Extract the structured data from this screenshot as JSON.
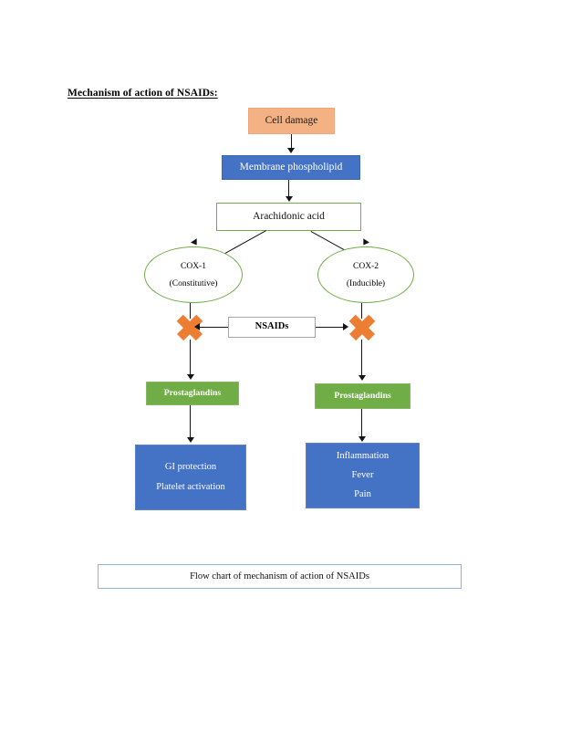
{
  "document": {
    "title": "Mechanism of action of NSAIDs:"
  },
  "flow": {
    "cell_damage": {
      "label": "Cell damage",
      "fill": "#f4b183",
      "text_color": "#1a1a1a"
    },
    "membrane": {
      "label": "Membrane phospholipid",
      "fill": "#4472c4",
      "text_color": "#ffffff"
    },
    "arachidonic": {
      "label": "Arachidonic acid",
      "fill": "#ffffff",
      "border": "#70ad47",
      "text_color": "#111111"
    },
    "cox1": {
      "line1": "COX-1",
      "line2": "(Constitutive)",
      "border": "#70ad47"
    },
    "cox2": {
      "line1": "COX-2",
      "line2": "(Inducible)",
      "border": "#70ad47"
    },
    "nsaids": {
      "label": "NSAIDs",
      "fill": "#ffffff",
      "border": "#a6a6a6"
    },
    "prostaglandins_left": {
      "label": "Prostaglandins",
      "fill": "#70ad47",
      "text_color": "#ffffff"
    },
    "prostaglandins_right": {
      "label": "Prostaglandins",
      "fill": "#70ad47",
      "text_color": "#ffffff"
    },
    "outcome_left": {
      "lines": [
        "GI protection",
        "Platelet activation"
      ],
      "line1": "GI protection",
      "line2": "Platelet activation",
      "fill": "#4472c4",
      "text_color": "#ffffff"
    },
    "outcome_right": {
      "lines": [
        "Inflammation",
        "Fever",
        "Pain"
      ],
      "line1": "Inflammation",
      "line2": "Fever",
      "line3": "Pain",
      "fill": "#4472c4",
      "text_color": "#ffffff"
    },
    "inhibition_marks": {
      "left": {
        "name": "x-mark-cox1",
        "color": "#ed7d31"
      },
      "right": {
        "name": "x-mark-cox2",
        "color": "#ed7d31"
      }
    }
  },
  "caption": {
    "text": "Flow chart of mechanism of action of NSAIDs",
    "border": "#95b3d7"
  }
}
